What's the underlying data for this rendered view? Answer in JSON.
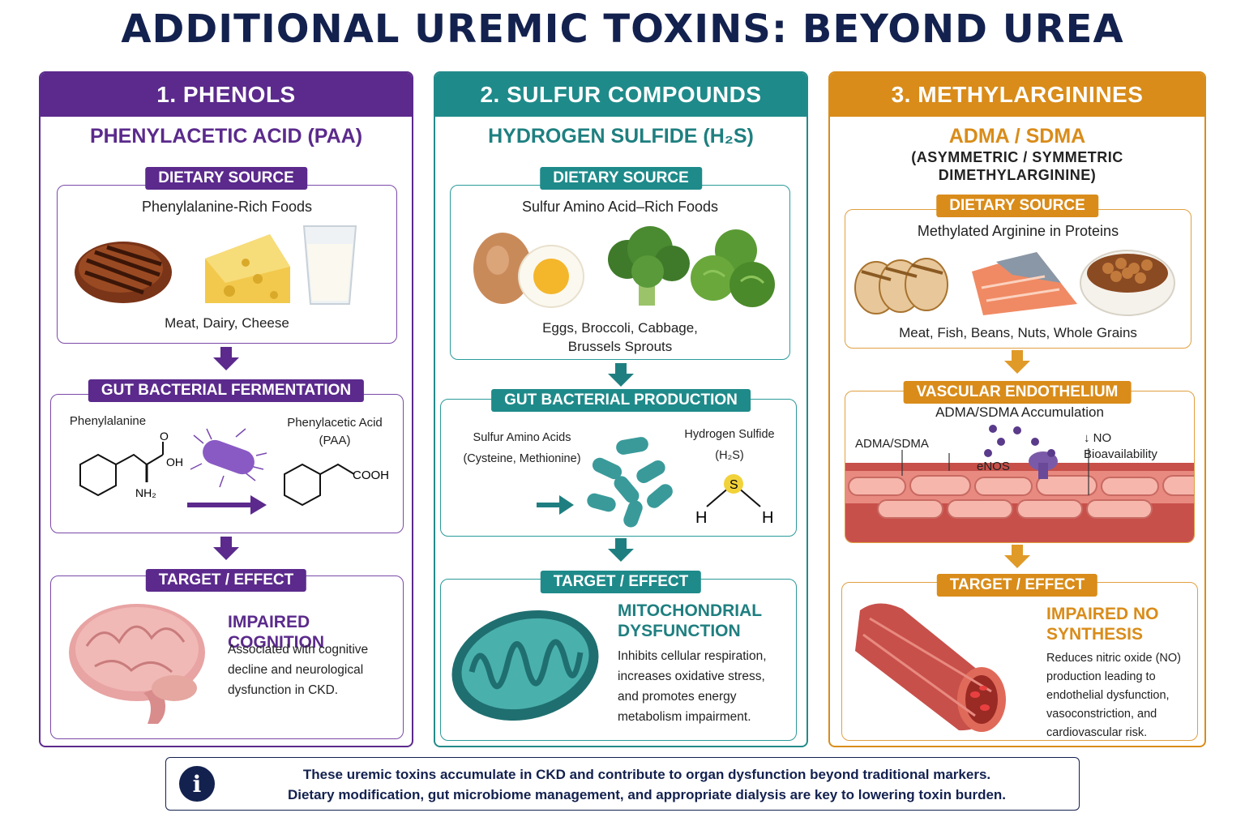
{
  "title": "ADDITIONAL UREMIC TOXINS: BEYOND UREA",
  "colors": {
    "phenols": "#5b2a8c",
    "sulfur": "#1f8a8a",
    "methyl": "#d98c1a",
    "navy": "#13214f"
  },
  "columns": [
    {
      "header": "1. PHENOLS",
      "toxin": "PHENYLACETIC ACID (PAA)",
      "diet_label": "DIETARY SOURCE",
      "diet_title": "Phenylalanine-Rich Foods",
      "diet_caption": "Meat, Dairy, Cheese",
      "diet_icons": [
        "steak-icon",
        "cheese-icon",
        "milk-glass-icon"
      ],
      "process_label": "GUT BACTERIAL FERMENTATION",
      "process_left": "Phenylalanine",
      "process_right_1": "Phenylacetic Acid",
      "process_right_2": "(PAA)",
      "chem_o": "O",
      "chem_oh": "OH",
      "chem_nh2": "NH₂",
      "chem_cooh": "COOH",
      "effect_label": "TARGET / EFFECT",
      "effect_title": "IMPAIRED COGNITION",
      "effect_desc_1": "Associated with cognitive",
      "effect_desc_2": "decline and neurological",
      "effect_desc_3": "dysfunction in CKD."
    },
    {
      "header": "2. SULFUR COMPOUNDS",
      "toxin": "HYDROGEN SULFIDE (H₂S)",
      "diet_label": "DIETARY SOURCE",
      "diet_title": "Sulfur Amino Acid–Rich Foods",
      "diet_caption_1": "Eggs, Broccoli, Cabbage,",
      "diet_caption_2": "Brussels Sprouts",
      "diet_icons": [
        "egg-icon",
        "broccoli-icon",
        "brussels-sprout-icon"
      ],
      "process_label": "GUT BACTERIAL PRODUCTION",
      "process_left_1": "Sulfur Amino Acids",
      "process_left_2": "(Cysteine, Methionine)",
      "process_right_1": "Hydrogen Sulfide",
      "process_right_2": "(H₂S)",
      "chem_s": "S",
      "chem_h": "H",
      "effect_label": "TARGET / EFFECT",
      "effect_title_1": "MITOCHONDRIAL",
      "effect_title_2": "DYSFUNCTION",
      "effect_desc_1": "Inhibits cellular respiration,",
      "effect_desc_2": "increases oxidative stress,",
      "effect_desc_3": "and promotes energy",
      "effect_desc_4": "metabolism impairment."
    },
    {
      "header": "3. METHYLARGININES",
      "toxin": "ADMA / SDMA",
      "toxin_sub_1": "(ASYMMETRIC / SYMMETRIC",
      "toxin_sub_2": "DIMETHYLARGININE)",
      "diet_label": "DIETARY SOURCE",
      "diet_title": "Methylated Arginine in Proteins",
      "diet_caption": "Meat, Fish, Beans, Nuts, Whole Grains",
      "diet_icons": [
        "chicken-icon",
        "salmon-icon",
        "beans-bowl-icon"
      ],
      "process_label": "VASCULAR ENDOTHELIUM",
      "process_title": "ADMA/SDMA Accumulation",
      "vessel_label_1": "ADMA/SDMA",
      "vessel_label_2": "eNOS",
      "vessel_label_3": "↓ NO",
      "vessel_label_4": "Bioavailability",
      "effect_label": "TARGET / EFFECT",
      "effect_title_1": "IMPAIRED NO",
      "effect_title_2": "SYNTHESIS",
      "effect_desc_1": "Reduces nitric oxide (NO)",
      "effect_desc_2": "production leading to",
      "effect_desc_3": "endothelial dysfunction,",
      "effect_desc_4": "vasoconstriction, and",
      "effect_desc_5": "cardiovascular risk."
    }
  ],
  "footer": {
    "icon": "i",
    "line_1": "These uremic toxins accumulate in CKD and contribute to organ dysfunction beyond traditional markers.",
    "line_2": "Dietary modification, gut microbiome management, and appropriate dialysis are key to lowering toxin burden."
  }
}
